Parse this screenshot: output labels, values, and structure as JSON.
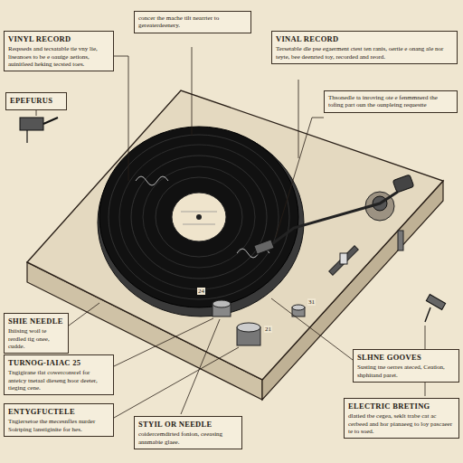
{
  "diagram": {
    "nodes": [
      {
        "text": [
          "VINYL RECORD",
          "Reqsseds and tecsatable tie vny lie, liseanoes to be e oauige aetions, auinitleed heking tecsted toes."
        ]
      },
      {
        "text": [
          "concer the mache tilt nearrter to gereaterdeenery."
        ]
      },
      {
        "text": [
          "VINAL RECORD",
          "Tersetable dle pse egaerment ctest ten ranis, oertie e onang ale nor teyte, bee deenrted toy, recorded and reord."
        ]
      },
      {
        "text": [
          "EPEFURUS"
        ]
      },
      {
        "text": [
          "Thsonedle ta inroving ote e fenmmnerd the tofing part oun the ounpleing requestte"
        ]
      },
      {
        "text": [
          "SHIE NEEDLE",
          "Ihiising woil te rerdled tig onee, cudde."
        ]
      },
      {
        "text": [
          "TURNOG-IAIAC 25",
          "Tngigirane tlat cowerconsrel for anteicy tnetaal dieseng hoor deeter, tieging cene."
        ]
      },
      {
        "text": [
          "ENTYGFUCTELE",
          "Tngiersetoe the mecesnfles nurder Soirtping lanstiginite for hes."
        ]
      },
      {
        "text": [
          "STYIL OR NEEDLE",
          "coidercemdirted fonion, ceeasing annmabie glaee."
        ]
      },
      {
        "text": [
          "SLHNE GOOVES",
          "Susting tne oerres ateced, Ceation, shphitand paret."
        ]
      },
      {
        "text": [
          "ELECTRIC BRETING",
          "dlatied tbe cegea, seklt trabe cat ac cerbeed and hor pianaeeg to loy pascaeer te to soed."
        ]
      }
    ],
    "labels": [
      "24",
      "21",
      "31"
    ]
  }
}
